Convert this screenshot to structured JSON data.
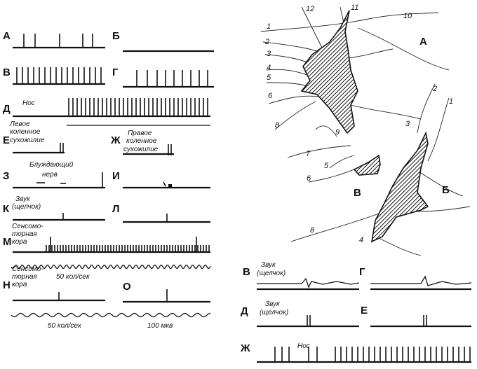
{
  "left_panel": {
    "rows": [
      {
        "label": "А"
      },
      {
        "label": "Б"
      },
      {
        "label": "В"
      },
      {
        "label": "Г"
      },
      {
        "label": "Д",
        "note": "Нос"
      },
      {
        "label": "Е",
        "note1": "Левое",
        "note2": "коленное",
        "note3": "сухожилие"
      },
      {
        "label": "Ж",
        "note1": "Правое",
        "note2": "коленное",
        "note3": "сухожилие"
      },
      {
        "label": "З",
        "note1": "Блуждающий",
        "note2": "нерв"
      },
      {
        "label": "И"
      },
      {
        "label": "К",
        "note1": "Звук",
        "note2": "(щелчок)"
      },
      {
        "label": "Л"
      },
      {
        "label": "М",
        "note1": "Сенсомо-",
        "note2": "торная",
        "note3": "кора"
      },
      {
        "label": "Н",
        "note1": "Сенсомо-",
        "note2": "торная",
        "note3": "кора"
      },
      {
        "label": "О"
      }
    ],
    "freq_label_1": "50 кол/сек",
    "freq_label_2": "50 кол/сек",
    "amp_label": "100 мкв"
  },
  "right_panel": {
    "cells": {
      "a": "А",
      "b": "Б",
      "v": "В"
    },
    "fiber_numbers": [
      "1",
      "2",
      "3",
      "4",
      "5",
      "6",
      "8",
      "9",
      "10",
      "11",
      "12",
      "2",
      "3",
      "1",
      "7",
      "5",
      "6",
      "8",
      "4"
    ],
    "traces": [
      {
        "label": "В",
        "note1": "Звук",
        "note2": "(щелчок)"
      },
      {
        "label": "Г"
      },
      {
        "label": "Д",
        "note1": "Звук",
        "note2": "(щелчок)"
      },
      {
        "label": "Е"
      },
      {
        "label": "Ж",
        "note": "Нос"
      }
    ]
  }
}
